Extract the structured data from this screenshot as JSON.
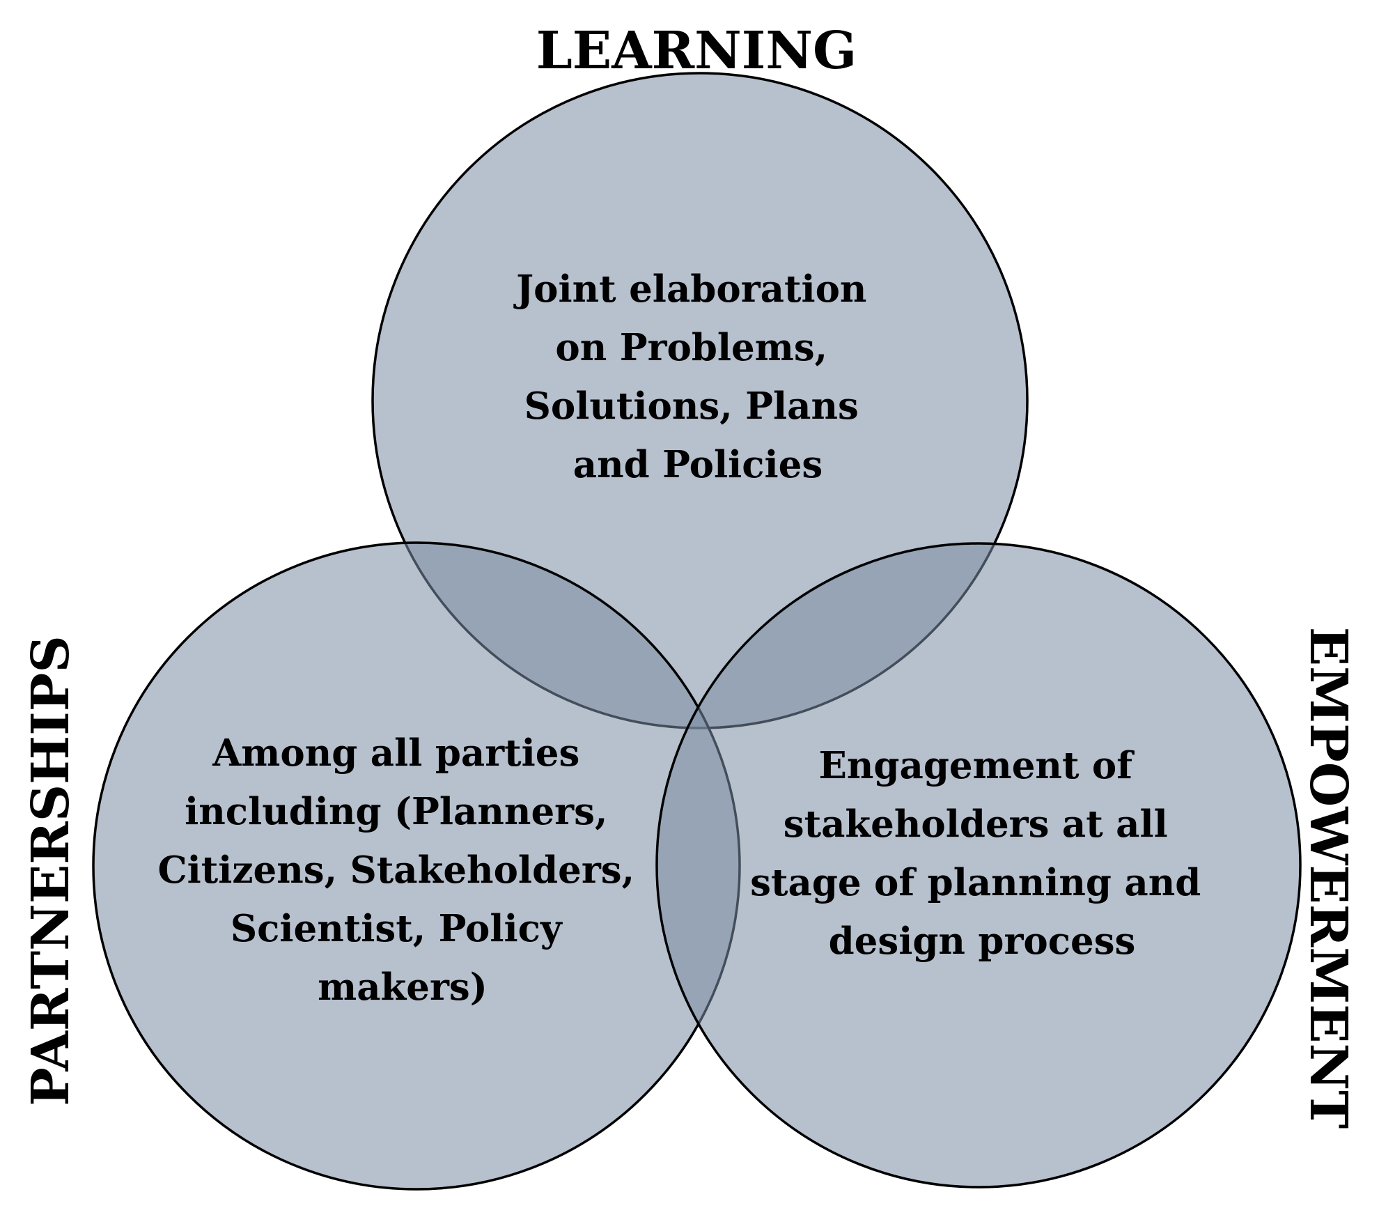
{
  "diagram": {
    "type": "venn",
    "fill_color": "#7c8ca4",
    "fill_opacity": 0.55,
    "stroke_color": "#000000",
    "sets": [
      {
        "key": "learning",
        "label": "LEARNING",
        "description": [
          "Joint elaboration",
          "on Problems,",
          "Solutions, Plans",
          "and Policies"
        ]
      },
      {
        "key": "partnerships",
        "label": "PARTNERSHIPS",
        "description": [
          "Among all parties",
          "including (Planners,",
          "Citizens, Stakeholders,",
          "Scientist, Policy",
          "makers)"
        ]
      },
      {
        "key": "empowerment",
        "label": "EMPOWERMENT",
        "description": [
          "Engagement of",
          "stakeholders at all",
          "stage of planning and",
          "design process"
        ]
      }
    ]
  }
}
